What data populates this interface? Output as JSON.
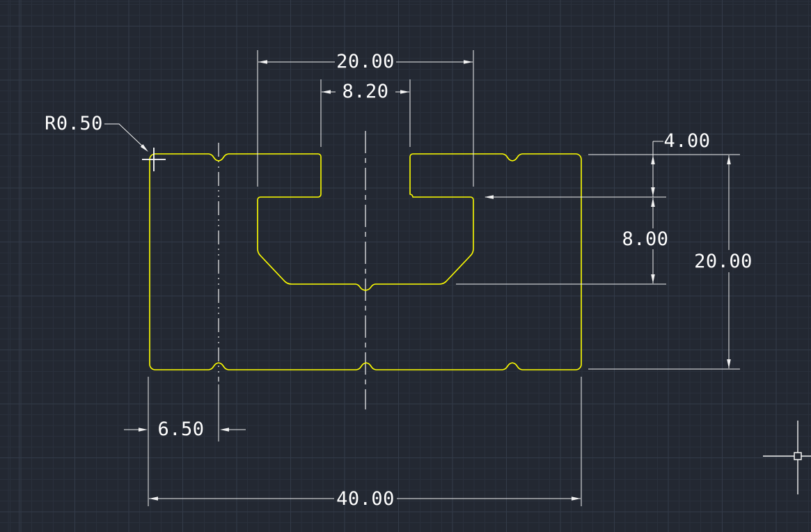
{
  "viewport": {
    "background_color": "#232832",
    "grid": {
      "minor_color": "#2a303c",
      "major_color": "#333b49"
    },
    "geometry_color": "#ffff00",
    "dimension_color": "#ffffff",
    "cursor_style": "crosshair-with-pickbox"
  },
  "drawing": {
    "part": "40x20 plate with central T-slot, corner fillets, edge V-notches",
    "dimensions": {
      "cavity_width": {
        "label": "20.00",
        "value": 20.0
      },
      "opening_width": {
        "label": "8.20",
        "value": 8.2
      },
      "fillet_radius": {
        "label": "R0.50",
        "value": 0.5
      },
      "opening_depth": {
        "label": "4.00",
        "value": 4.0
      },
      "cavity_depth": {
        "label": "8.00",
        "value": 8.0
      },
      "overall_height": {
        "label": "20.00",
        "value": 20.0
      },
      "notch_offset": {
        "label": "6.50",
        "value": 6.5
      },
      "overall_width": {
        "label": "40.00",
        "value": 40.0
      }
    }
  }
}
